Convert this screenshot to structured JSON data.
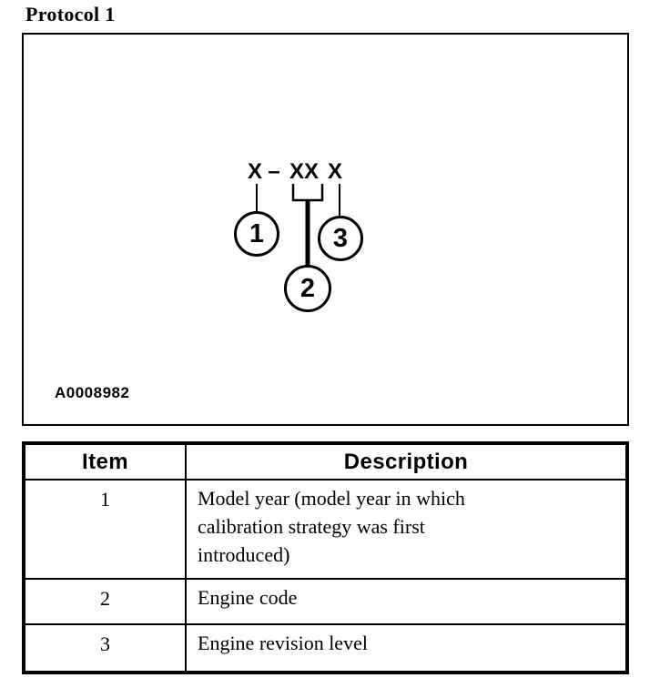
{
  "colors": {
    "ink": "#000000",
    "background": "#ffffff"
  },
  "page": {
    "title": "Protocol 1"
  },
  "figure": {
    "pattern": {
      "x1": "X",
      "dash": "–",
      "xx": "XX",
      "x2": "X"
    },
    "callouts": [
      "1",
      "2",
      "3"
    ],
    "figure_id": "A0008982"
  },
  "table": {
    "headers": {
      "item": "Item",
      "description": "Description"
    },
    "rows": [
      {
        "item": "1",
        "description": "Model year (model year in which calibration strategy was first introduced)"
      },
      {
        "item": "2",
        "description": "Engine code"
      },
      {
        "item": "3",
        "description": "Engine revision level"
      }
    ]
  }
}
